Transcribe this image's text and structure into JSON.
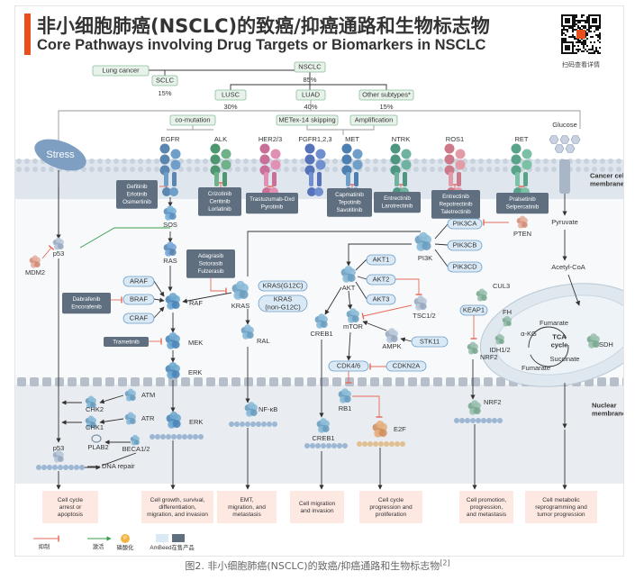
{
  "title_cn": "非小细胞肺癌(NSCLC)的致癌/抑癌通路和生物标志物",
  "title_en": "Core Pathways involving Drug Targets or Biomarkers in NSCLC",
  "qr_caption": "扫码查看详情",
  "figure_caption": "图2. 非小细胞肺癌(NSCLC)的致癌/抑癌通路和生物标志物",
  "figure_caption_ref": "[2]",
  "colors": {
    "accent": "#e94f1d",
    "green_box": "#e7f2ea",
    "green_border": "#8bbd9a",
    "drug_box": "#5f6f80",
    "blue_oval": "#d9e9f5",
    "membrane": "#dfe6ee",
    "nucleus": "#e9ecf0",
    "outcome": "#fde8e2"
  },
  "classification": {
    "lung_cancer": "Lung cancer",
    "nsclc": "NSCLC",
    "nsclc_pct": "85%",
    "sclc": "SCLC",
    "sclc_pct": "15%",
    "lusc": "LUSC",
    "lusc_pct": "30%",
    "luad": "LUAD",
    "luad_pct": "40%",
    "other": "Other subtypes*",
    "other_pct": "15%",
    "co_mutation": "co-mutation",
    "metex14": "METex-14 skipping",
    "amplification": "Amplification"
  },
  "receptors": {
    "egfr": "EGFR",
    "alk": "ALK",
    "her2": "HER2/3",
    "fgfr": "FGFR1,2,3",
    "met": "MET",
    "ntrk": "NTRK",
    "ros1": "ROS1",
    "ret": "RET",
    "glucose": "Glucose"
  },
  "drugs": {
    "egfr": [
      "Gefitinib",
      "Erlotinib",
      "Osimertinib"
    ],
    "alk": [
      "Crizotinib",
      "Ceritinib",
      "Lorlatinib"
    ],
    "her2": [
      "Trastuzumab-Dxd",
      "Pyrotinib"
    ],
    "met": [
      "Capmatinib",
      "Tepotinib",
      "Savolitinib"
    ],
    "ntrk": [
      "Entrectinib",
      "Larotrectinib"
    ],
    "ros1": [
      "Entrectinib",
      "Repotrectinib",
      "Taletrectinib"
    ],
    "ret": [
      "Pralsetinib",
      "Selpercatinib"
    ],
    "kras": [
      "Adagrasib",
      "Sotorasib",
      "Fulzerasib"
    ],
    "braf": [
      "Dabrafenib",
      "Encorafenib"
    ],
    "mek": "Trametinib"
  },
  "labels": {
    "stress": "Stress",
    "membrane": "Cancer cell\nmembrane",
    "nuclear": "Nuclear\nmembrane",
    "sos": "SOS",
    "ras": "RAS",
    "raf": "RAF",
    "araf": "ARAF",
    "braf": "BRAF",
    "craf": "CRAF",
    "mek": "MEK",
    "erk": "ERK",
    "erk2": "ERK",
    "kras": "KRAS",
    "kras_g12c": "KRAS(G12C)",
    "kras_non": "KRAS\n(non-G12C)",
    "ral": "RAL",
    "nfkb": "NF-κB",
    "pi3k": "PI3K",
    "pik3ca": "PIK3CA",
    "pik3cb": "PIK3CB",
    "pik3cd": "PIK3CD",
    "pten": "PTEN",
    "akt": "AKT",
    "akt1": "AKT1",
    "akt2": "AKT2",
    "akt3": "AKT3",
    "tsc": "TSC1/2",
    "mtor": "mTOR",
    "ampk": "AMPK",
    "stk11": "STK11",
    "creb1": "CREB1",
    "creb1b": "CREB1",
    "cdk46": "CDK4/6",
    "cdkn2a": "CDKN2A",
    "rb1": "RB1",
    "e2f": "E2F",
    "cul3": "CUL3",
    "keap1": "KEAP1",
    "nrf2": "NRF2",
    "nrf2b": "NRF2",
    "p53": "p53",
    "p53b": "p53",
    "mdm2": "MDM2",
    "atm": "ATM",
    "atr": "ATR",
    "chk2": "CHK2",
    "chk1": "CHK1",
    "plab2": "PLAB2",
    "beca": "BECA1/2",
    "dnarepair": "DNA repair",
    "pyruvate": "Pyruvate",
    "acetyl": "Acetyl-CoA",
    "fh": "FH",
    "idh": "IDH1/2",
    "akg": "α-KG",
    "fumarate": "Fumarate",
    "fumarate2": "Fumarate",
    "succinate": "Succinate",
    "tca": "TCA\ncycle",
    "sdh": "SDH"
  },
  "outcomes": [
    "Cell cycle\narrest or\napoptosis",
    "Cell growth, survival,\ndifferentiation,\nmigration, and invasion",
    "EMT,\nmigration, and\nmetastasis",
    "Cell migration\nand invasion",
    "Cell cycle\nprogression and\nproliferation",
    "Cell promotion,\nprogression,\nand metastasis",
    "Cell metabolic\nreprogramming and\ntumor progression"
  ],
  "legend": {
    "inhibit": "抑制",
    "activate": "激活",
    "phospho": "磷酸化",
    "phospho_symbol": "P",
    "ambeed": "AmBeed在售产品"
  }
}
